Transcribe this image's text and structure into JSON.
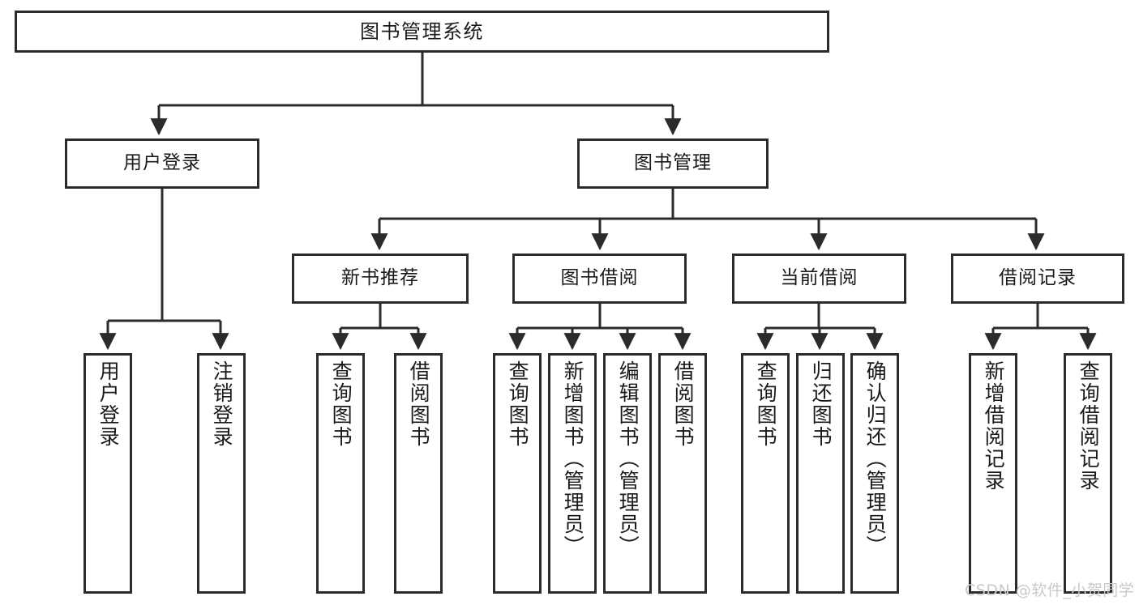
{
  "diagram": {
    "title": "图书管理系统",
    "type": "tree",
    "watermark": "CSDN @软件_小贺同学",
    "colors": {
      "box_border": "#2b2b2b",
      "box_fill": "#ffffff",
      "connector": "#2b2b2b",
      "watermark": "#c9c9c9"
    },
    "root": {
      "label": "图书管理系统"
    },
    "level2": [
      {
        "label": "用户登录"
      },
      {
        "label": "图书管理"
      }
    ],
    "level3": [
      {
        "label": "新书推荐"
      },
      {
        "label": "图书借阅"
      },
      {
        "label": "当前借阅"
      },
      {
        "label": "借阅记录"
      }
    ],
    "leaves": {
      "user_login": [
        {
          "label": "用户登录"
        },
        {
          "label": "注销登录"
        }
      ],
      "new_book_recommend": [
        {
          "label": "查询图书"
        },
        {
          "label": "借阅图书"
        }
      ],
      "book_borrow": [
        {
          "label": "查询图书"
        },
        {
          "label": "新增图书（管理员）"
        },
        {
          "label": "编辑图书（管理员）"
        },
        {
          "label": "借阅图书"
        }
      ],
      "current_borrow": [
        {
          "label": "查询图书"
        },
        {
          "label": "归还图书"
        },
        {
          "label": "确认归还（管理员）"
        }
      ],
      "borrow_record": [
        {
          "label": "新增借阅记录"
        },
        {
          "label": "查询借阅记录"
        }
      ]
    }
  }
}
